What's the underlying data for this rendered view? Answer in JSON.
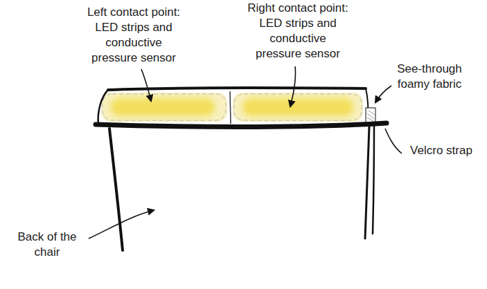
{
  "diagram": {
    "labels": [
      "Left contact point: LED strips and conductive pressure sensor",
      "Right contact point: LED strips and conductive pressure sensor",
      "See-through foamy fabric",
      "Velcro strap",
      "Back of the chair"
    ]
  }
}
